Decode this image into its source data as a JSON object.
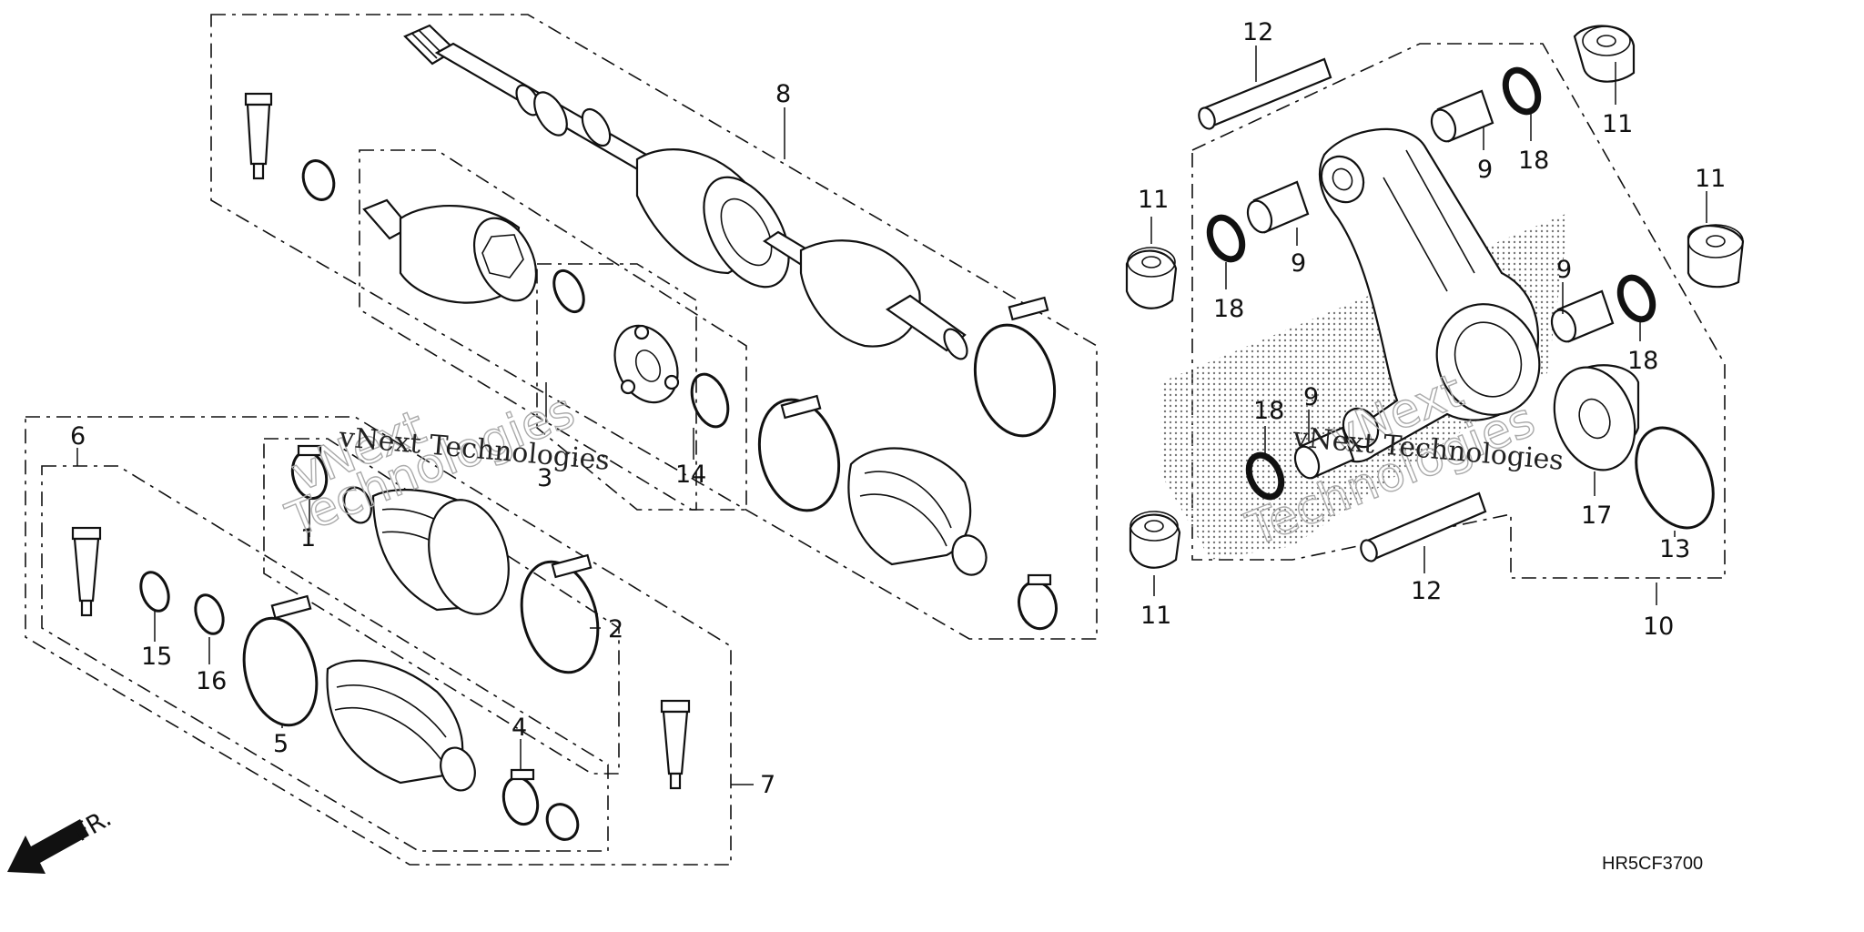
{
  "diagram_code": "HR5CF3700",
  "watermark": {
    "line1": "vNext Technologies",
    "line2": "vNext",
    "line3": "Technologies"
  },
  "direction_label": "FR.",
  "callouts": {
    "c1": "1",
    "c2": "2",
    "c3": "3",
    "c4": "4",
    "c5": "5",
    "c6": "6",
    "c7": "7",
    "c8": "8",
    "c9a": "9",
    "c9b": "9",
    "c9c": "9",
    "c9d": "9",
    "c10": "10",
    "c11a": "11",
    "c11b": "11",
    "c11c": "11",
    "c11d": "11",
    "c12a": "12",
    "c12b": "12",
    "c13": "13",
    "c14": "14",
    "c15": "15",
    "c16": "16",
    "c17": "17",
    "c18a": "18",
    "c18b": "18",
    "c18c": "18",
    "c18d": "18"
  }
}
